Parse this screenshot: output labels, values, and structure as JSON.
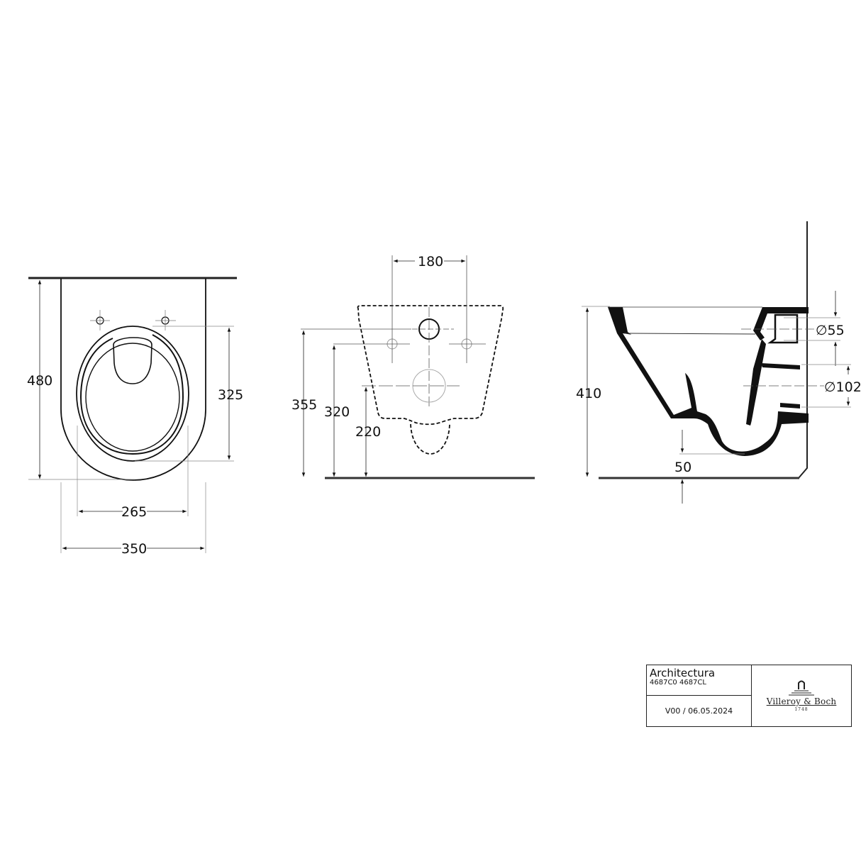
{
  "colors": {
    "line": "#111111",
    "thin_line": "#555555",
    "background": "#ffffff"
  },
  "views": {
    "top_view": {
      "dimensions": {
        "depth": "480",
        "bowl_depth": "325",
        "inner_width": "265",
        "overall_width": "350"
      }
    },
    "rear_view": {
      "dimensions": {
        "fixing_hole_spacing": "180",
        "water_inlet_height": "355",
        "fixing_hole_height": "320",
        "outlet_height": "220"
      }
    },
    "side_view": {
      "dimensions": {
        "height": "410",
        "inlet_diameter": "∅55",
        "outlet_diameter": "∅102",
        "clearance": "50"
      }
    }
  },
  "title_block": {
    "product_name": "Architectura",
    "product_codes": "4687C0 4687CL",
    "revision": "V00 / 06.05.2024",
    "brand": "Villeroy & Boch",
    "brand_year": "1748"
  }
}
